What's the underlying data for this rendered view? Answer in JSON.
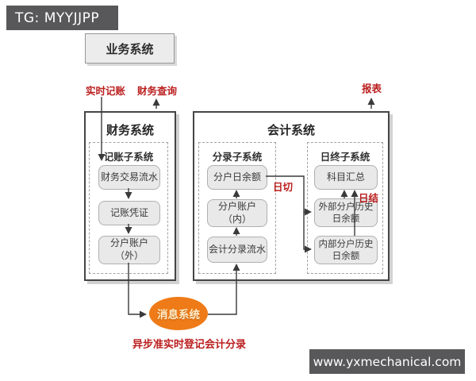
{
  "header": {
    "badge_text": "TG: MYYJJPP"
  },
  "footer": {
    "site_text": "www.yxmechanical.com"
  },
  "colors": {
    "accent_red": "#bb1e1e",
    "accent_orange": "#ee7b17",
    "bar_gray": "#58585a",
    "node_fill": "#e9e9e9"
  },
  "diagram": {
    "business_system_label": "业务系统",
    "flow_labels": {
      "realtime_booking": "实时记账",
      "finance_query": "财务查询",
      "report": "报表",
      "day_cut": "日切",
      "day_end": "日结",
      "async_note": "异步准实时登记会计分录"
    },
    "finance_system": {
      "title": "财务系统",
      "subsystem_title": "记账子系统",
      "nodes": [
        "财务交易流水",
        "记账凭证",
        "分户账户\n（外）"
      ]
    },
    "accounting_system": {
      "title": "会计系统",
      "entry_subsystem": {
        "title": "分录子系统",
        "nodes": [
          "分户日余额",
          "分户账户\n（内）",
          "会计分录流水"
        ]
      },
      "day_end_subsystem": {
        "title": "日终子系统",
        "nodes": [
          "科目汇总",
          "外部分户历史\n日余额",
          "内部分户历史\n日余额"
        ]
      }
    },
    "message_system_label": "消息系统"
  }
}
